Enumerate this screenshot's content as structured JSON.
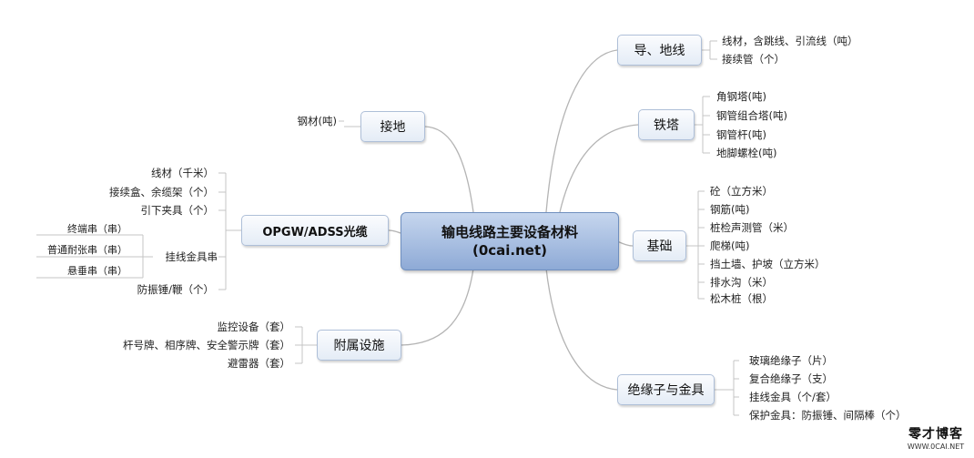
{
  "center": {
    "line1": "输电线路主要设备材料",
    "line2": "(0cai.net)"
  },
  "branches": {
    "wire": {
      "label": "导、地线",
      "items": [
        "线材，含跳线、引流线（吨）",
        "接续管（个）"
      ]
    },
    "tower": {
      "label": "铁塔",
      "items": [
        "角钢塔(吨)",
        "钢管组合塔(吨)",
        "钢管杆(吨)",
        "地脚螺栓(吨)"
      ]
    },
    "foundation": {
      "label": "基础",
      "items": [
        "砼（立方米）",
        "钢筋(吨)",
        "桩检声测管（米）",
        "爬梯(吨)",
        "挡土墙、护坡（立方米）",
        "排水沟（米）",
        "松木桩（根）"
      ]
    },
    "insulator": {
      "label": "绝缘子与金具",
      "items": [
        "玻璃绝缘子（片）",
        "复合绝缘子（支）",
        "挂线金具（个/套）",
        "保护金具：防振锤、间隔棒（个）"
      ]
    },
    "grounding": {
      "label": "接地",
      "items": [
        "钢材(吨)"
      ]
    },
    "opgw": {
      "label": "OPGW/ADSS光缆",
      "items": [
        "线材（千米）",
        "接续盒、余缆架（个）",
        "引下夹具（个）",
        "挂线金具串",
        "防振锤/鞭（个）"
      ],
      "sub_items": [
        "终端串（串）",
        "普通耐张串（串）",
        "悬垂串（串）"
      ]
    },
    "accessory": {
      "label": "附属设施",
      "items": [
        "监控设备（套）",
        "杆号牌、相序牌、安全警示牌（套）",
        "避雷器（套）"
      ]
    }
  },
  "watermark": {
    "big": "零才博客",
    "small": "WWW.0CAI.NET"
  }
}
